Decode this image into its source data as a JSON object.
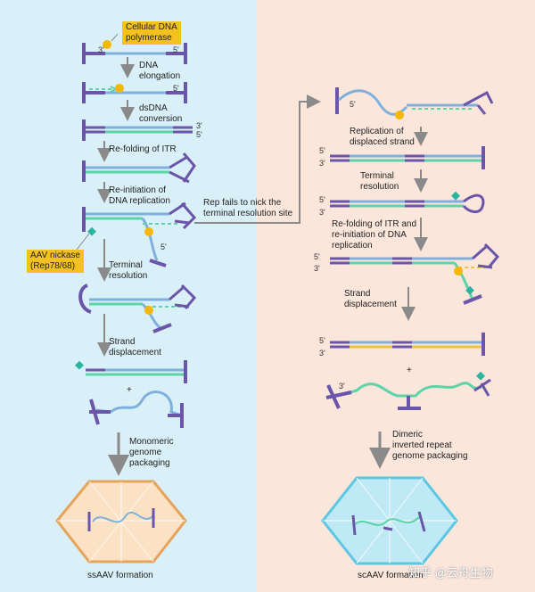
{
  "left_panel": {
    "polymerase_label": "Cellular DNA\npolymerase",
    "nickase_label": "AAV nickase\n(Rep78/68)",
    "steps": [
      "DNA\nelongation",
      "dsDNA\nconversion",
      "Re-folding of ITR",
      "Re-initiation of\nDNA replication",
      "Terminal\nresolution",
      "Strand\ndisplacement",
      "Monomeric\ngenome\npackaging"
    ],
    "plus": "+",
    "result": "ssAAV formation"
  },
  "transition_label": "Rep fails to nick the\nterminal resolution site",
  "right_panel": {
    "steps": [
      "Replication of\ndisplaced strand",
      "Terminal\nresolution",
      "Re-folding of ITR and\nre-initiation of DNA\nreplication",
      "Strand\ndisplacement",
      "Dimeric\ninverted repeat\ngenome packaging"
    ],
    "plus": "+",
    "result": "scAAV formation"
  },
  "end_labels": {
    "three_prime": "3'",
    "five_prime": "5'"
  },
  "watermark": "知乎 @云舟生物",
  "colors": {
    "itr": "#6a55a8",
    "strand_blue": "#7fb0dc",
    "strand_green": "#5ed3a8",
    "strand_yellow": "#e8c544",
    "polymerase": "#f5b800",
    "nickase": "#2bb5a0",
    "arrow": "#8a8a8a"
  }
}
